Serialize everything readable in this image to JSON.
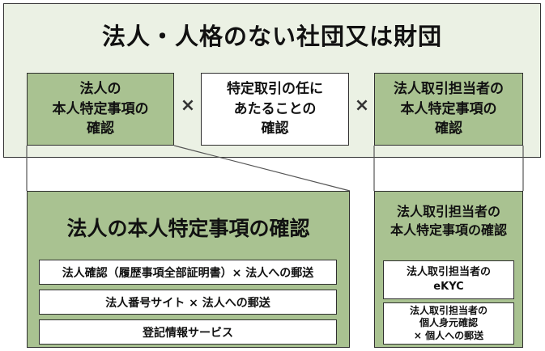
{
  "top_section": {
    "title": "法人・人格のない社団又は財団",
    "box_left": "法人の\n本人特定事項の\n確認",
    "box_middle": "特定取引の任に\nあたることの\n確認",
    "box_right": "法人取引担当者の\n本人特定事項の\n確認",
    "times_symbol": "×"
  },
  "bottom_left": {
    "title": "法人の本人特定事項の確認",
    "items": [
      "法人確認（履歴事項全部証明書）× 法人への郵送",
      "法人番号サイト × 法人への郵送",
      "登記情報サービス"
    ]
  },
  "bottom_right": {
    "title": "法人取引担当者の\n本人特定事項の確認",
    "items": [
      "法人取引担当者の\neKYC",
      "法人取引担当者の\n個人身元確認\n× 個人への郵送"
    ]
  },
  "colors": {
    "outer_background": "#ebf1e4",
    "green_box": "#a9c291",
    "border": "#2f2f2f"
  }
}
